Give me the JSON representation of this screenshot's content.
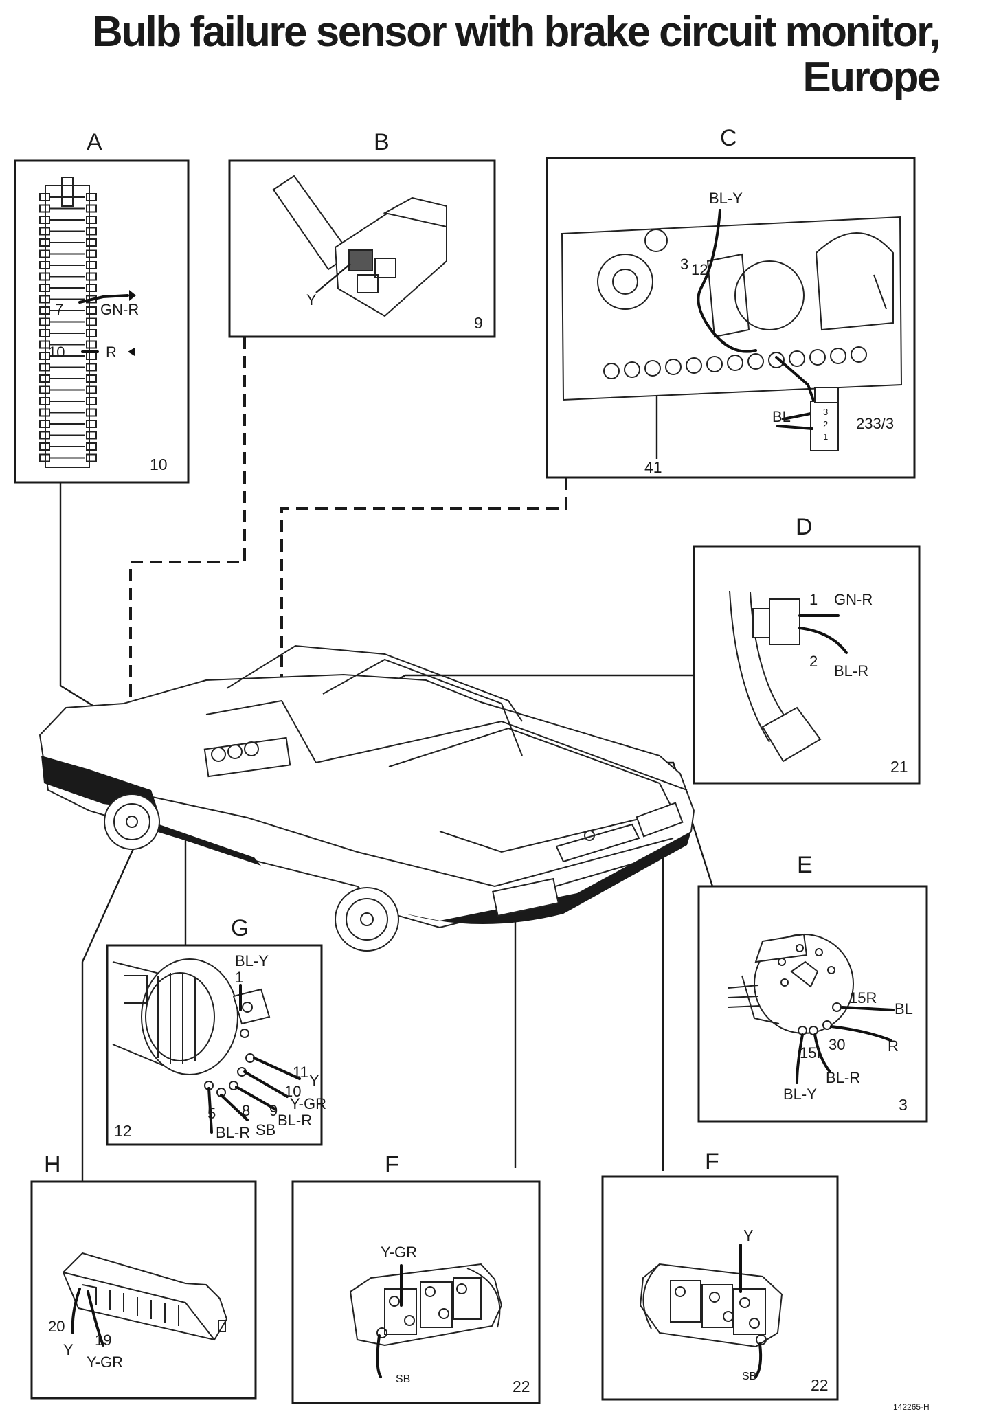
{
  "title": {
    "line1": "Bulb failure sensor with brake circuit monitor,",
    "line2": "Europe"
  },
  "panels": {
    "A": {
      "letter": "A",
      "number": "10",
      "wires": [
        "GN-R",
        "R"
      ],
      "pins": [
        "7",
        "10"
      ]
    },
    "B": {
      "letter": "B",
      "number": "9",
      "wires": [
        "Y"
      ]
    },
    "C": {
      "letter": "C",
      "number": "41",
      "wires": [
        "BL-Y",
        "BL"
      ],
      "labels": [
        "3",
        "12",
        "233/3"
      ],
      "connector_pins": [
        "3",
        "2",
        "1"
      ]
    },
    "D": {
      "letter": "D",
      "number": "21",
      "wires": [
        "GN-R",
        "BL-R"
      ],
      "pins": [
        "1",
        "2"
      ]
    },
    "E": {
      "letter": "E",
      "number": "3",
      "wires": [
        "BL",
        "R",
        "BL-R",
        "BL-Y"
      ],
      "terminals": [
        "15R",
        "30",
        "15I"
      ]
    },
    "G": {
      "letter": "G",
      "number": "12",
      "wires": [
        "BL-Y",
        "Y",
        "Y-GR",
        "BL-R",
        "SB",
        "BL-R"
      ],
      "pins": [
        "1",
        "11",
        "10",
        "9",
        "8",
        "5"
      ]
    },
    "H": {
      "letter": "H",
      "wires": [
        "Y",
        "Y-GR"
      ],
      "pins": [
        "20",
        "19"
      ]
    },
    "F1": {
      "letter": "F",
      "number": "22",
      "wires": [
        "Y-GR",
        "SB"
      ]
    },
    "F2": {
      "letter": "F",
      "number": "22",
      "wires": [
        "Y",
        "SB"
      ]
    }
  },
  "reference": "142265-H",
  "colors": {
    "ink": "#1a1a1a",
    "paper": "#ffffff"
  }
}
